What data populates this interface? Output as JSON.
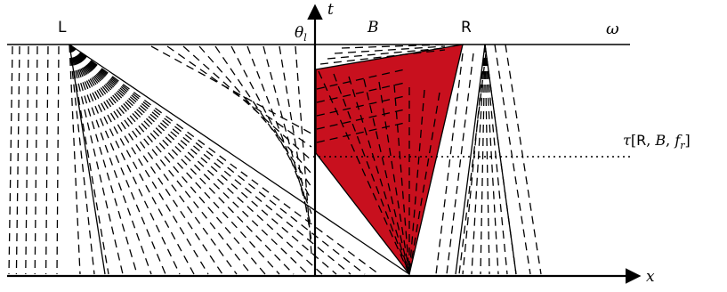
{
  "labels": {
    "left_point": "L",
    "right_point": "R",
    "time_axis": "t",
    "space_axis": "x",
    "top_line": "ω",
    "theta": "θ",
    "theta_sub": "l",
    "region_b": "B",
    "tau_label": {
      "tau": "τ",
      "open": "[",
      "r": "R",
      "sep1": ", ",
      "b": "B",
      "sep2": ", ",
      "f": "f",
      "f_sub": "r",
      "close": "]"
    }
  },
  "colors": {
    "highlight": "#c8101e",
    "ink": "#000000"
  }
}
